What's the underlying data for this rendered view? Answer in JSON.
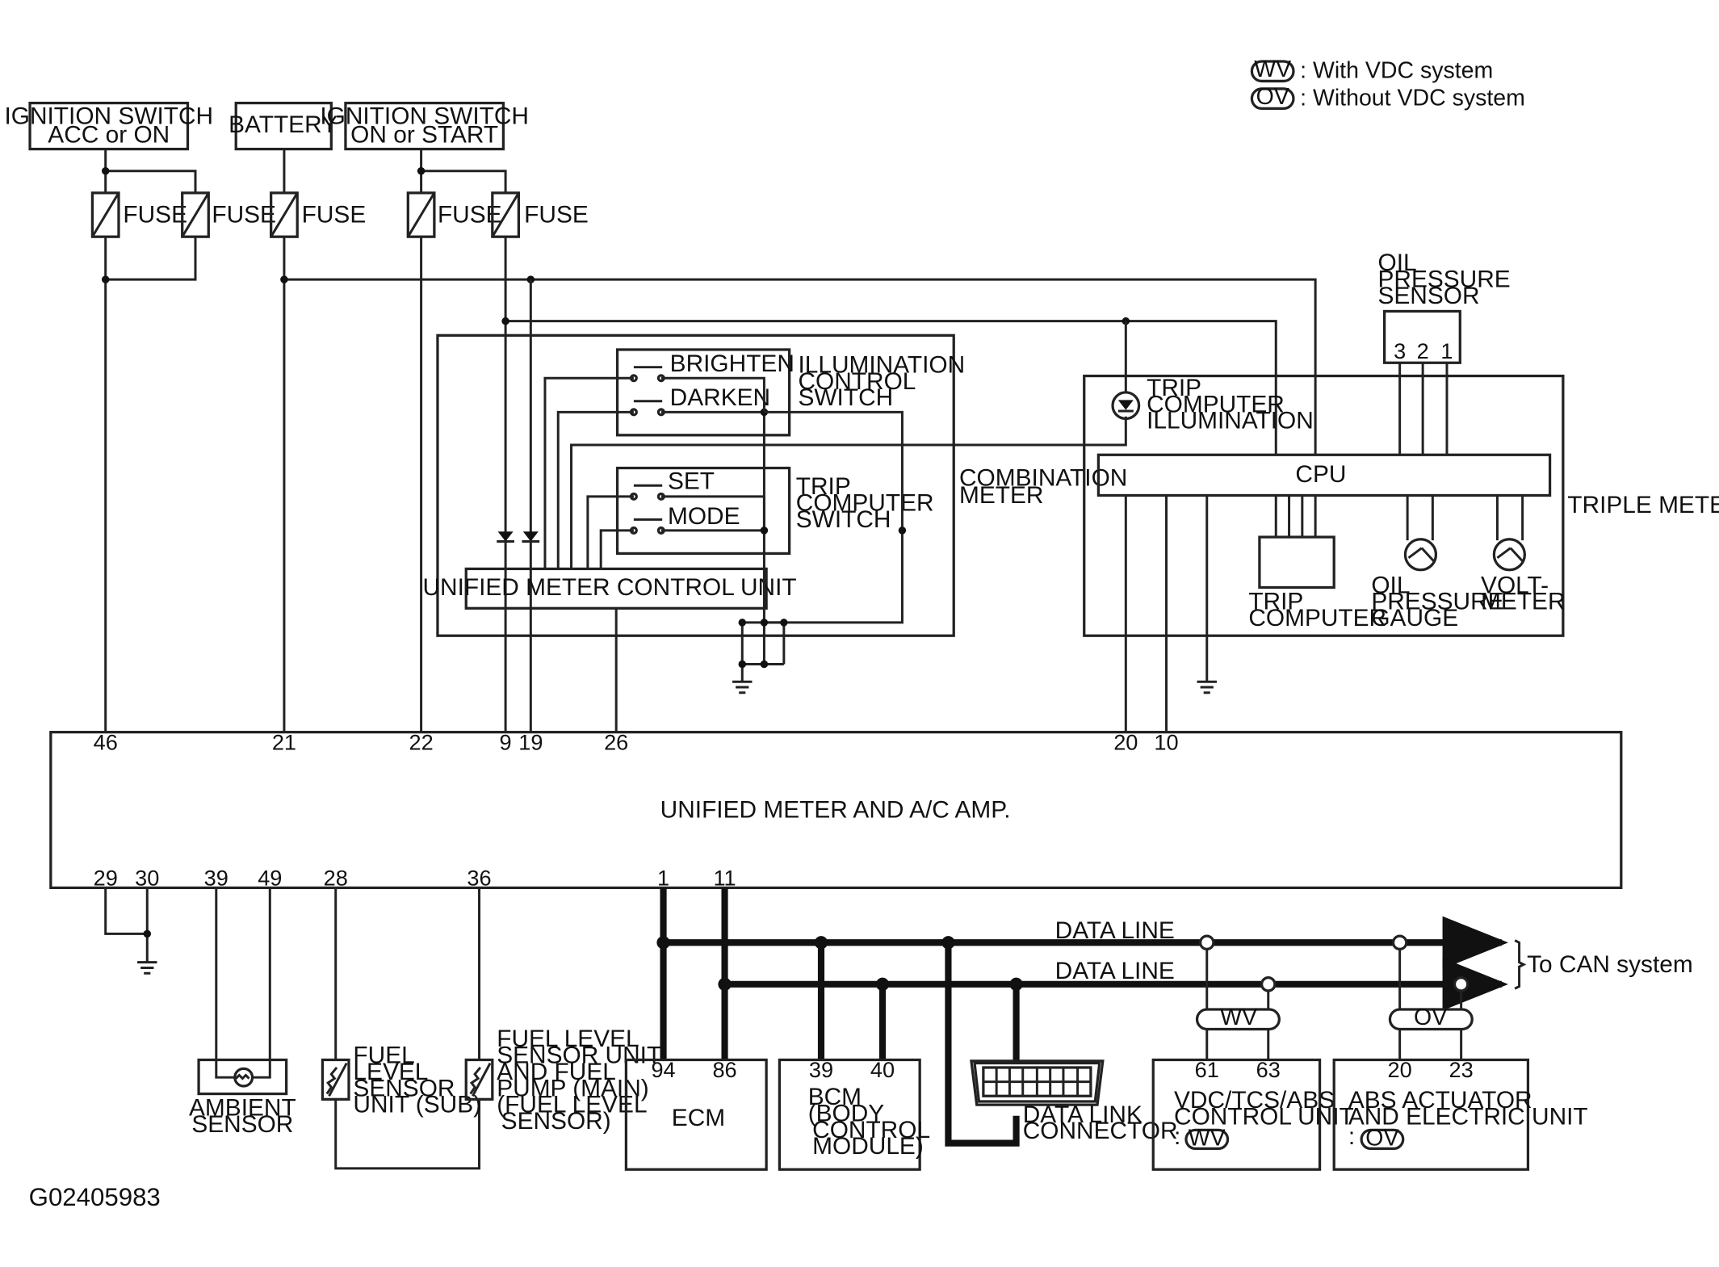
{
  "legend": {
    "wv_code": "WV",
    "wv_text": ": With VDC system",
    "ov_code": "OV",
    "ov_text": ": Without VDC system"
  },
  "sources": {
    "ign_acc_line1": "IGNITION SWITCH",
    "ign_acc_line2": "ACC or ON",
    "battery": "BATTERY",
    "ign_on_line1": "IGNITION SWITCH",
    "ign_on_line2": "ON or START"
  },
  "fuse_label": "FUSE",
  "combination_meter": {
    "label_line1": "COMBINATION",
    "label_line2": "METER",
    "brighten": "BRIGHTEN",
    "darken": "DARKEN",
    "illum_line1": "ILLUMINATION",
    "illum_line2": "CONTROL",
    "illum_line3": "SWITCH",
    "set": "SET",
    "mode": "MODE",
    "trip_sw_line1": "TRIP",
    "trip_sw_line2": "COMPUTER",
    "trip_sw_line3": "SWITCH",
    "control_unit": "UNIFIED METER CONTROL UNIT"
  },
  "triple_meter": {
    "label": "TRIPLE METER",
    "cpu": "CPU",
    "illum_line1": "TRIP",
    "illum_line2": "COMPUTER",
    "illum_line3": "ILLUMINATION",
    "trip_line1": "TRIP",
    "trip_line2": "COMPUTER",
    "gauge_line1": "OIL",
    "gauge_line2": "PRESSURE",
    "gauge_line3": "GAUGE",
    "volt_line1": "VOLT-",
    "volt_line2": "METER"
  },
  "oil_sensor": {
    "line1": "OIL",
    "line2": "PRESSURE",
    "line3": "SENSOR",
    "pins": [
      "3",
      "2",
      "1"
    ]
  },
  "amp": {
    "label": "UNIFIED METER AND A/C AMP.",
    "top_pins": [
      "46",
      "21",
      "22",
      "9",
      "19",
      "26",
      "20",
      "10"
    ],
    "bottom_pins": [
      "29",
      "30",
      "39",
      "49",
      "28",
      "36",
      "1",
      "11"
    ]
  },
  "ambient_sensor": {
    "line1": "AMBIENT",
    "line2": "SENSOR"
  },
  "fuel_sub": {
    "line1": "FUEL",
    "line2": "LEVEL",
    "line3": "SENSOR",
    "line4": "UNIT (SUB)"
  },
  "fuel_main": {
    "line1": "FUEL LEVEL",
    "line2": "SENSOR UNIT",
    "line3": "AND FUEL",
    "line4": "PUMP (MAIN)",
    "line5": "(FUEL LEVEL",
    "line6": "SENSOR)"
  },
  "data_line": "DATA LINE",
  "to_can": "To CAN system",
  "ecm": {
    "label": "ECM",
    "pins": [
      "94",
      "86"
    ]
  },
  "bcm": {
    "line1": "BCM",
    "line2": "(BODY",
    "line3": "CONTROL",
    "line4": "MODULE)",
    "pins": [
      "39",
      "40"
    ]
  },
  "dlc": {
    "line1": "DATA LINK",
    "line2": "CONNECTOR"
  },
  "vdc": {
    "line1": "VDC/TCS/ABS",
    "line2": "CONTROL UNIT",
    "prefix": ":",
    "code": "WV",
    "pins": [
      "61",
      "63"
    ]
  },
  "abs": {
    "line1": "ABS ACTUATOR",
    "line2": "AND ELECTRIC UNIT",
    "prefix": ":",
    "code": "OV",
    "pins": [
      "20",
      "23"
    ]
  },
  "diagram_id": "G02405983"
}
